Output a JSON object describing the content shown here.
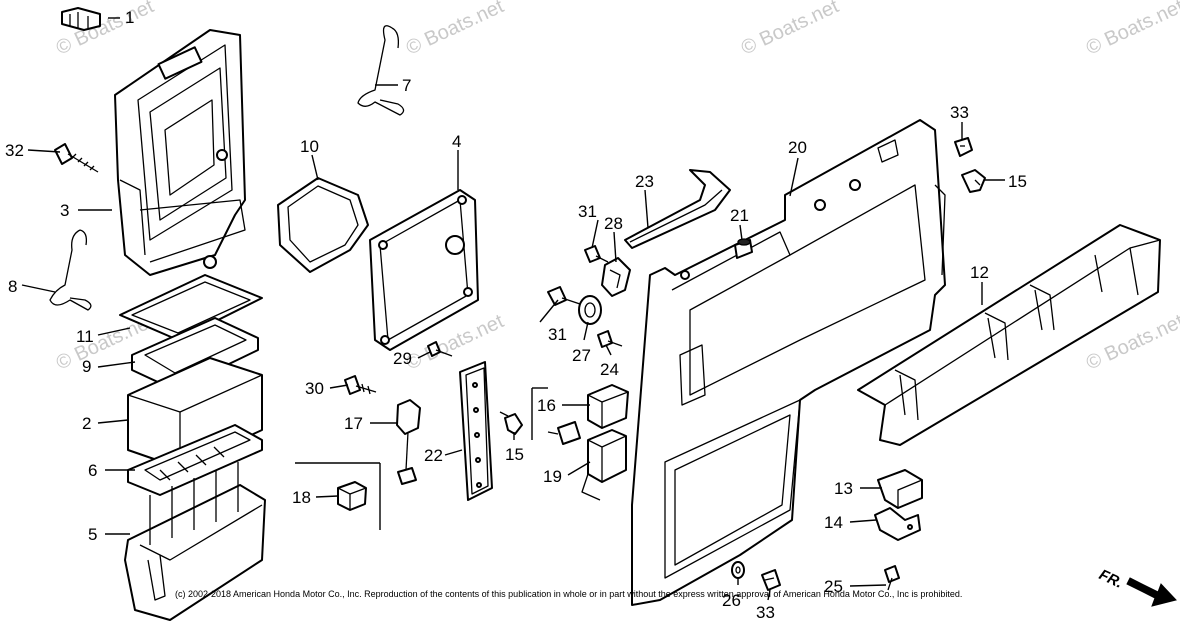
{
  "watermark": {
    "text": "© Boats.net",
    "color": "#c9c9c9"
  },
  "callouts": {
    "c1": "1",
    "c2": "2",
    "c3": "3",
    "c4": "4",
    "c5": "5",
    "c6": "6",
    "c7": "7",
    "c8": "8",
    "c9": "9",
    "c10": "10",
    "c11": "11",
    "c12": "12",
    "c13": "13",
    "c14": "14",
    "c15a": "15",
    "c15b": "15",
    "c16": "16",
    "c17": "17",
    "c18": "18",
    "c19": "19",
    "c20": "20",
    "c21": "21",
    "c22": "22",
    "c23": "23",
    "c24": "24",
    "c25": "25",
    "c26": "26",
    "c27": "27",
    "c28": "28",
    "c29": "29",
    "c30": "30",
    "c31a": "31",
    "c31b": "31",
    "c32": "32",
    "c33a": "33",
    "c33b": "33"
  },
  "copyright": "(c) 2002-2018 American Honda Motor Co., Inc. Reproduction of the contents of this publication in whole or in part without the express written approval of American Honda Motor Co., Inc is prohibited.",
  "direction_marker": {
    "label": "FR.",
    "icon": "front-arrow-icon"
  }
}
